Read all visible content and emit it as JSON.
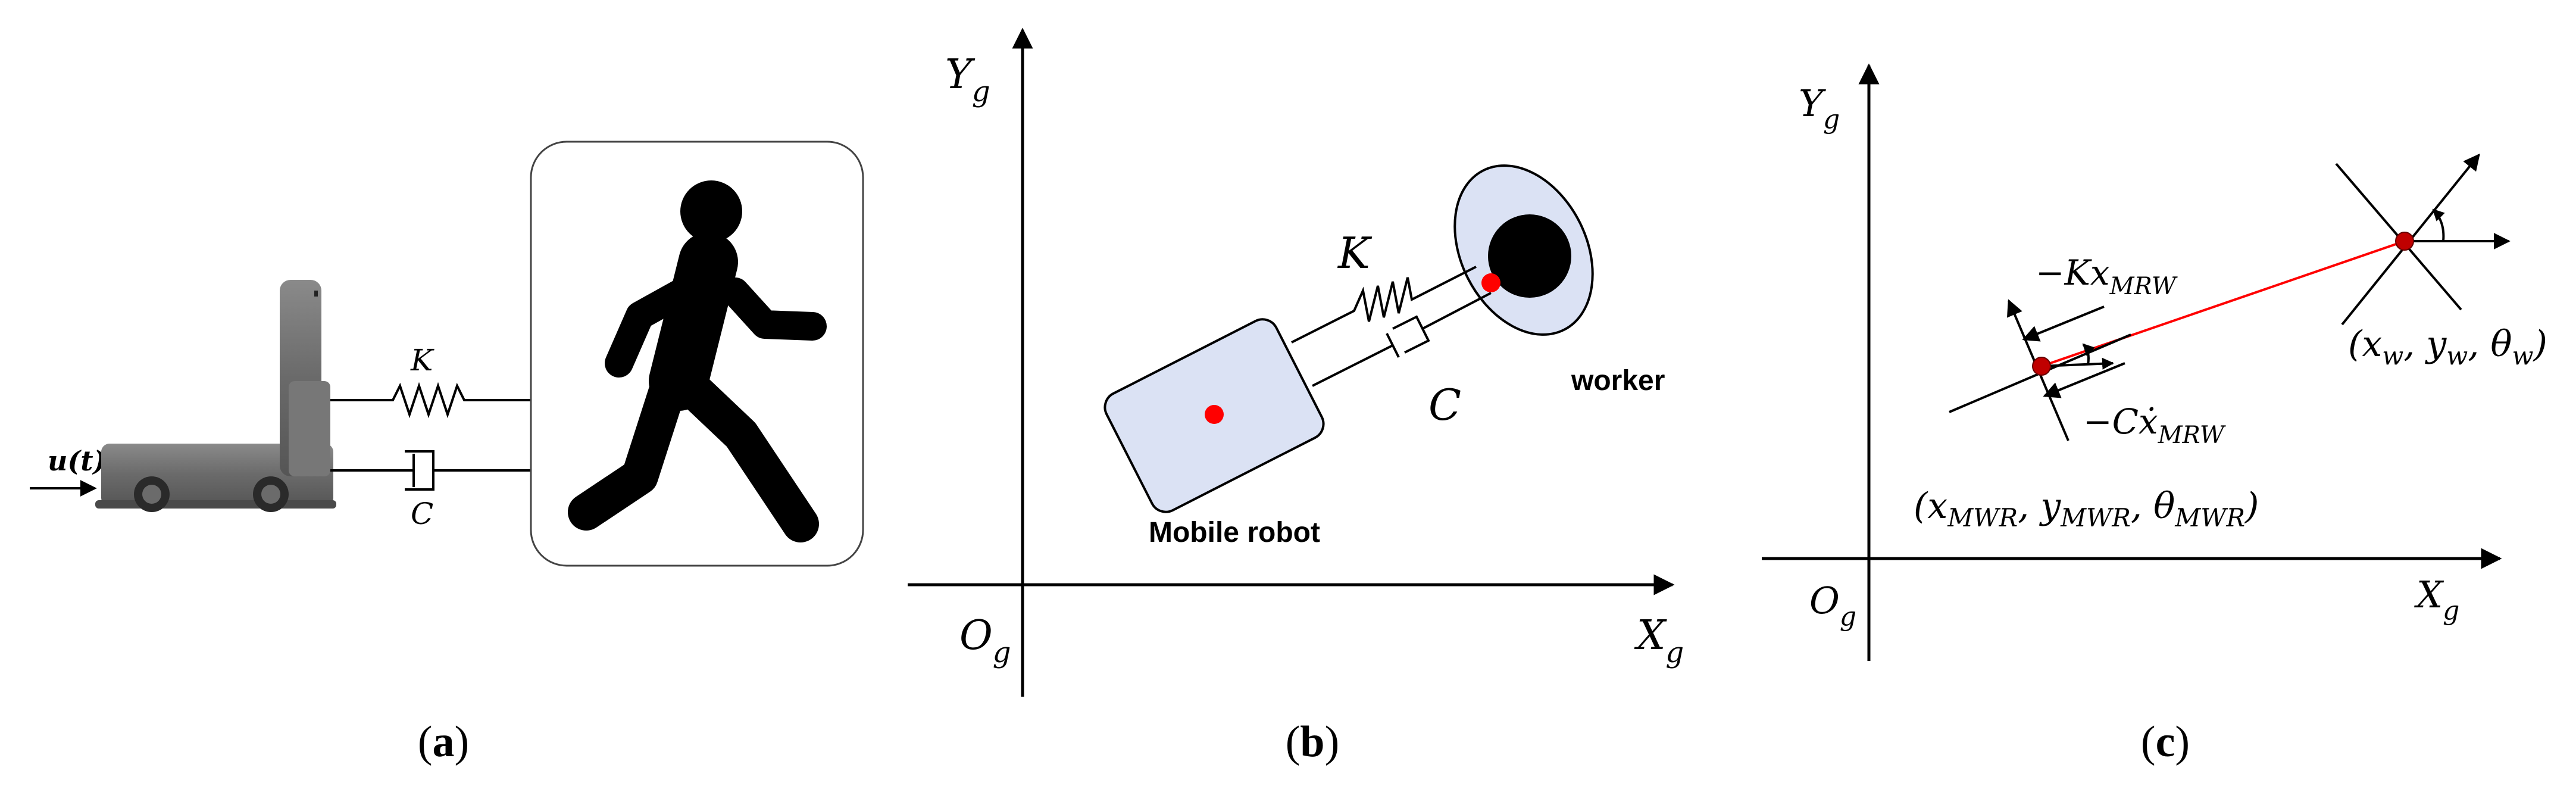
{
  "panel_a": {
    "input_label": "u(t)",
    "spring_label": "K",
    "damper_label": "C",
    "caption_letter": "a",
    "robot_icon": "mobile-robot-icon",
    "worker_icon": "walking-person-icon"
  },
  "panel_b": {
    "y_axis_label": "Y",
    "y_axis_sub": "g",
    "x_axis_label": "X",
    "x_axis_sub": "g",
    "origin_label": "O",
    "origin_sub": "g",
    "spring_label": "K",
    "damper_label": "C",
    "worker_label": "worker",
    "robot_label": "Mobile robot",
    "caption_letter": "b",
    "colors": {
      "body_fill": "#dbe2f4",
      "marker": "#ff0000"
    }
  },
  "panel_c": {
    "y_axis_label": "Y",
    "y_axis_sub": "g",
    "x_axis_label": "X",
    "x_axis_sub": "g",
    "origin_label": "O",
    "origin_sub": "g",
    "spring_force_prefix": "−Kx",
    "spring_force_sub": "MRW",
    "damper_force_prefix": "−Cẋ",
    "damper_force_sub": "MRW",
    "robot_pose": {
      "open": "(",
      "x": "x",
      "x_sub": "MWR",
      "y": "y",
      "y_sub": "MWR",
      "theta": "θ",
      "theta_sub": "MWR",
      "close": ")"
    },
    "worker_pose": {
      "open": "(",
      "x": "x",
      "x_sub": "w",
      "y": "y",
      "y_sub": "w",
      "theta": "θ",
      "theta_sub": "w",
      "close": ")"
    },
    "caption_letter": "c",
    "colors": {
      "link_line": "#ff0000",
      "marker": "#c00000"
    }
  },
  "captions": {
    "open": "(",
    "close": ")"
  }
}
